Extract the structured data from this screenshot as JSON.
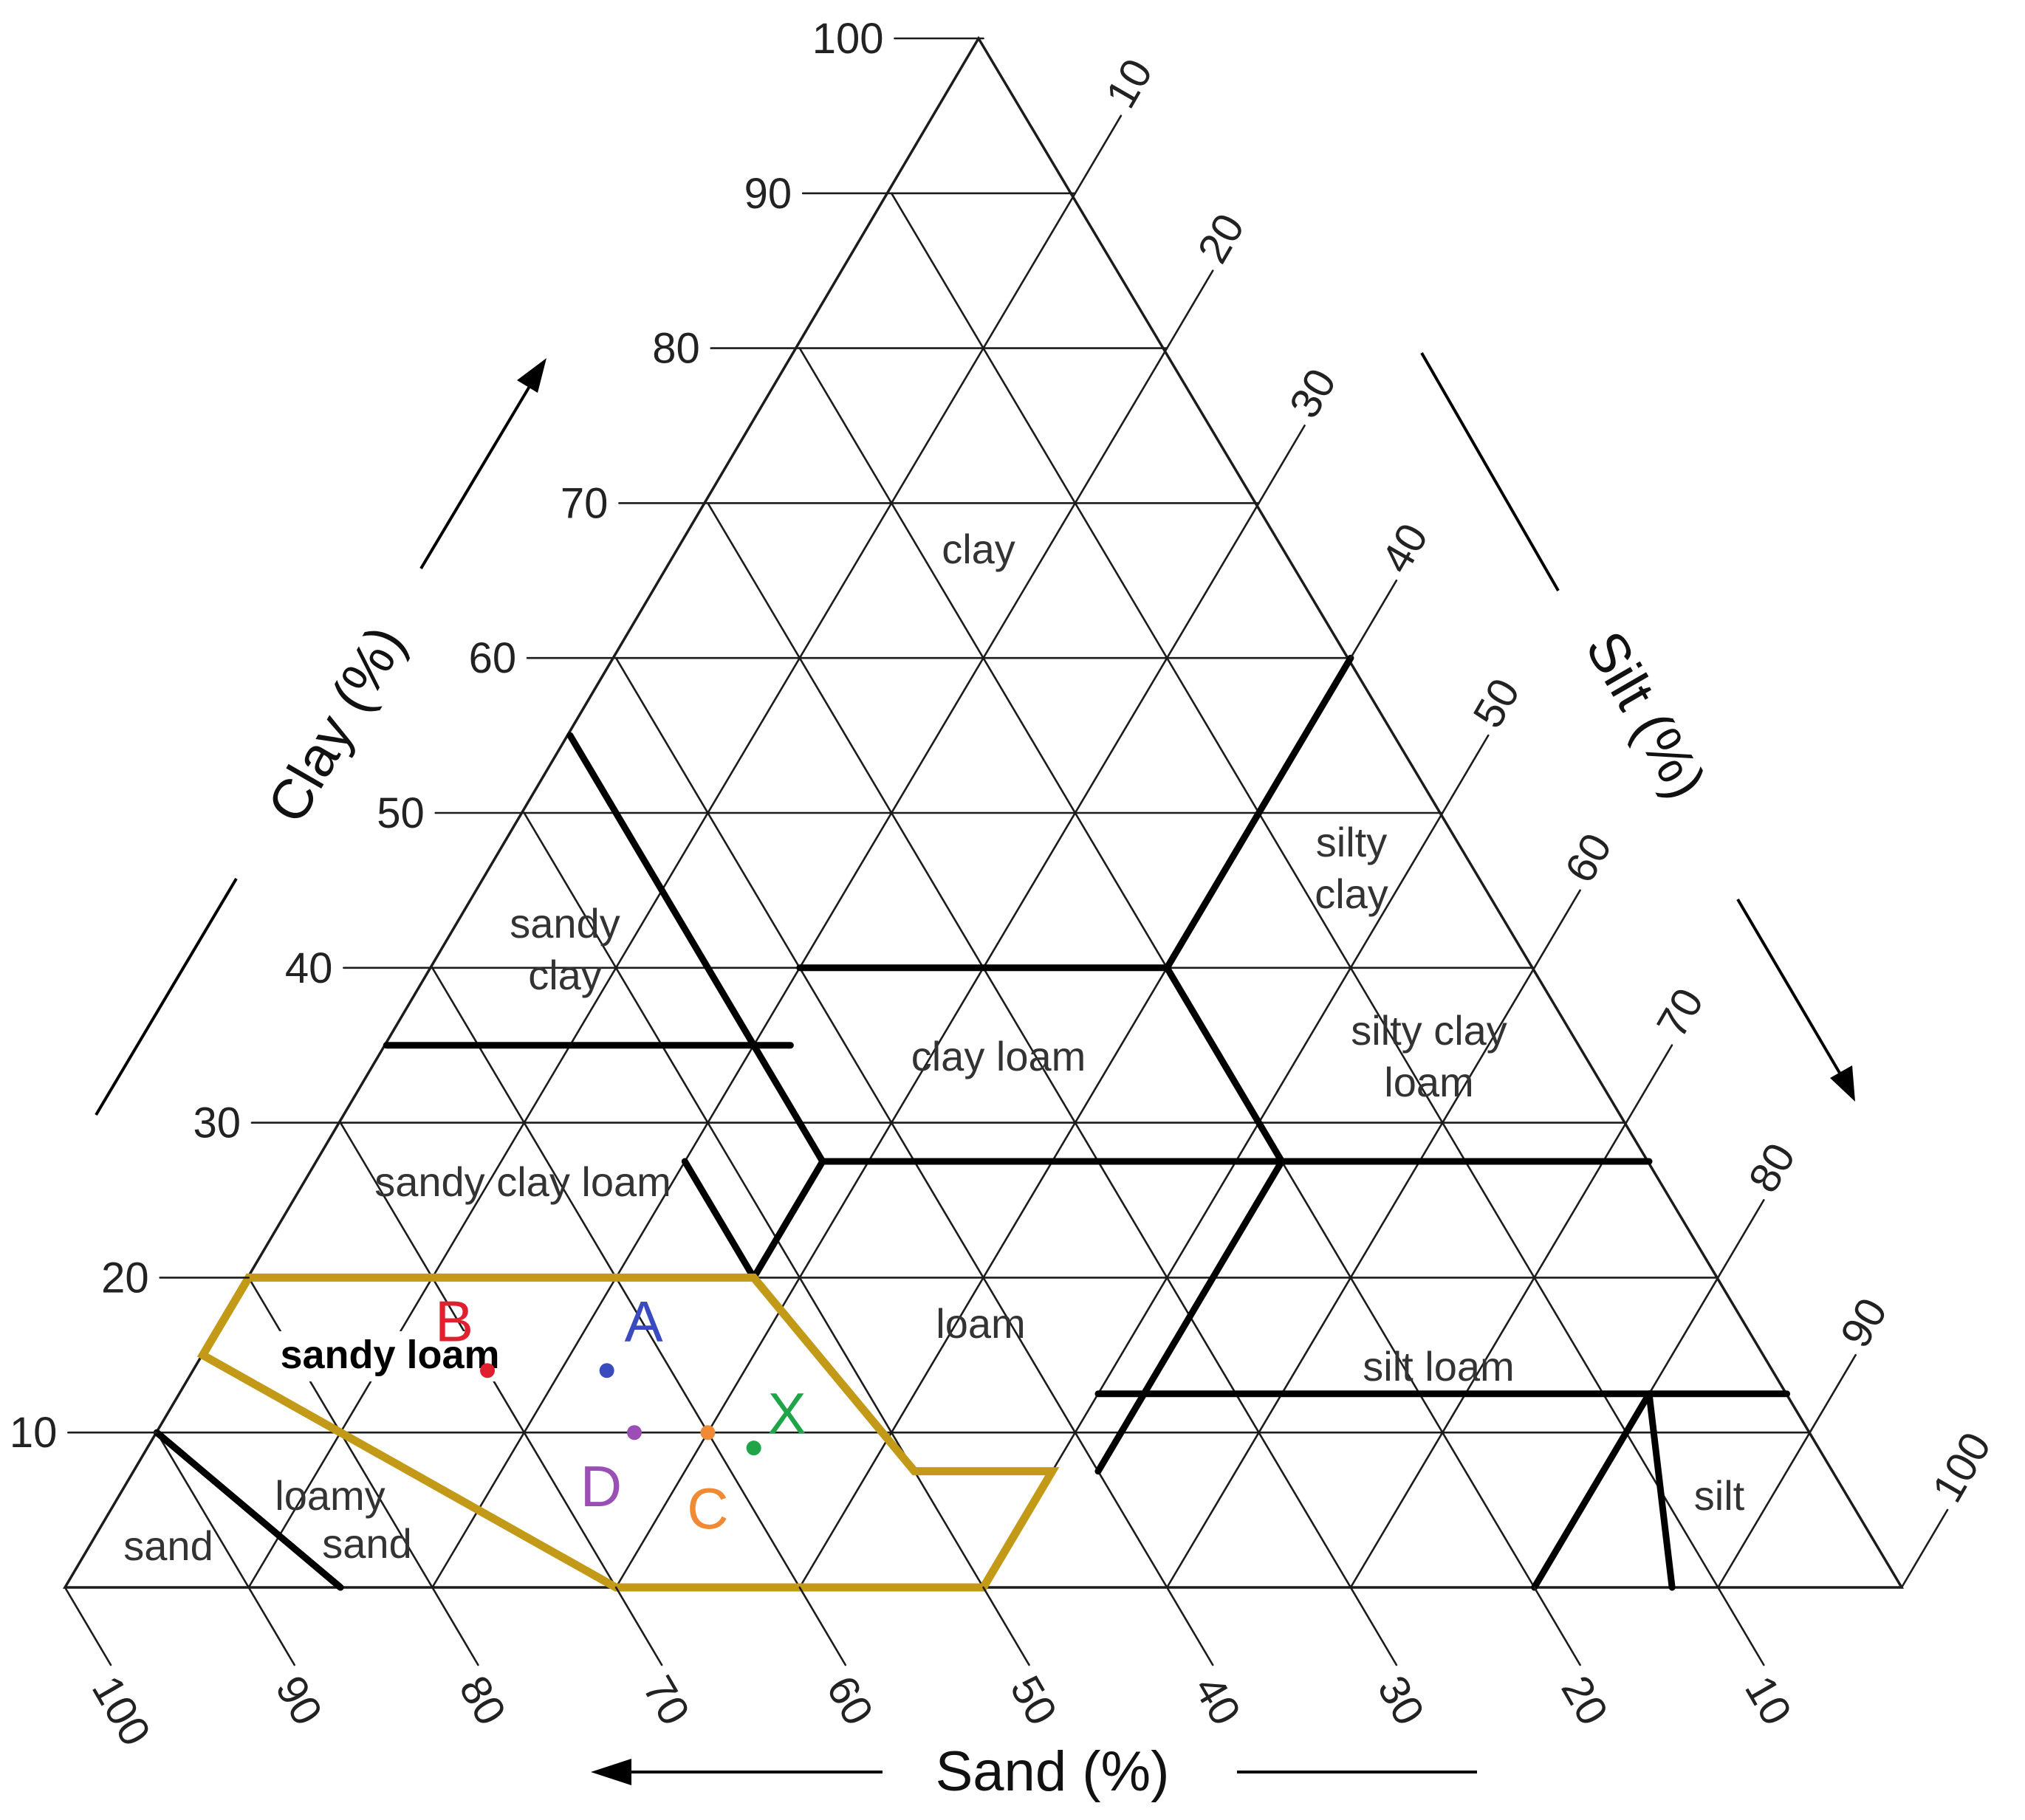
{
  "axes": {
    "clay": {
      "title": "Clay (%)",
      "ticks": [
        "10",
        "20",
        "30",
        "40",
        "50",
        "60",
        "70",
        "80",
        "90",
        "100"
      ]
    },
    "silt": {
      "title": "Silt (%)",
      "ticks": [
        "10",
        "20",
        "30",
        "40",
        "50",
        "60",
        "70",
        "80",
        "90",
        "100"
      ]
    },
    "sand": {
      "title": "Sand (%)",
      "ticks": [
        "100",
        "90",
        "80",
        "70",
        "60",
        "50",
        "40",
        "30",
        "20",
        "10"
      ]
    }
  },
  "regions": [
    {
      "key": "clay",
      "lines": [
        "clay"
      ]
    },
    {
      "key": "sandy_clay",
      "lines": [
        "sandy",
        "clay"
      ]
    },
    {
      "key": "silty_clay",
      "lines": [
        "silty",
        "clay"
      ]
    },
    {
      "key": "clay_loam",
      "lines": [
        "clay loam"
      ]
    },
    {
      "key": "silty_clay_loam",
      "lines": [
        "silty clay",
        "loam"
      ]
    },
    {
      "key": "sandy_clay_loam",
      "lines": [
        "sandy clay loam"
      ]
    },
    {
      "key": "loam",
      "lines": [
        "loam"
      ]
    },
    {
      "key": "silt_loam",
      "lines": [
        "silt loam"
      ]
    },
    {
      "key": "silt",
      "lines": [
        "silt"
      ]
    },
    {
      "key": "loamy_sand",
      "lines": [
        "loamy",
        "sand"
      ]
    },
    {
      "key": "sand",
      "lines": [
        "sand"
      ]
    },
    {
      "key": "sandy_loam",
      "lines": [
        "sandy loam"
      ]
    }
  ],
  "samples": [
    {
      "label": "A",
      "color": "#3a4bbf",
      "sand": 63.5,
      "silt": 22.5,
      "clay": 14.0
    },
    {
      "label": "B",
      "color": "#e0202e",
      "sand": 70.0,
      "silt": 16.0,
      "clay": 14.0
    },
    {
      "label": "X",
      "color": "#1fa548",
      "sand": 58.0,
      "silt": 33.0,
      "clay": 9.0
    },
    {
      "label": "D",
      "color": "#9b4fb4",
      "sand": 64.0,
      "silt": 26.0,
      "clay": 10.0
    },
    {
      "label": "C",
      "color": "#f08a34",
      "sand": 60.0,
      "silt": 30.0,
      "clay": 10.0
    }
  ],
  "colors": {
    "highlight": "#c29a18",
    "grid": "#1c1c1c",
    "boundary": "#000000"
  }
}
